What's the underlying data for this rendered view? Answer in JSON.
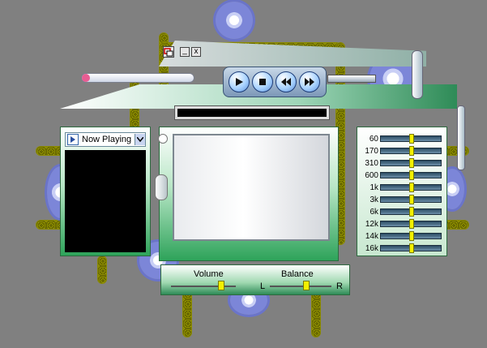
{
  "playlist": {
    "selected": "Now Playing"
  },
  "equalizer": {
    "bands": [
      {
        "label": "60",
        "level": 0.5
      },
      {
        "label": "170",
        "level": 0.5
      },
      {
        "label": "310",
        "level": 0.5
      },
      {
        "label": "600",
        "level": 0.5
      },
      {
        "label": "1k",
        "level": 0.5
      },
      {
        "label": "3k",
        "level": 0.5
      },
      {
        "label": "6k",
        "level": 0.5
      },
      {
        "label": "12k",
        "level": 0.5
      },
      {
        "label": "14k",
        "level": 0.5
      },
      {
        "label": "16k",
        "level": 0.5
      }
    ]
  },
  "volume": {
    "label": "Volume",
    "level": 0.8
  },
  "balance": {
    "label": "Balance",
    "left": "L",
    "right": "R",
    "level": 0.6
  },
  "window": {
    "minimize": "_",
    "close": "x"
  },
  "colors": {
    "rod": "#e8e800",
    "gear": "#7c86d8",
    "panel": "#2ea35a",
    "background": "#808080"
  },
  "icons": [
    "play-icon",
    "stop-icon",
    "rewind-icon",
    "fast-forward-icon",
    "chevron-down-icon",
    "playlist-icon",
    "restore-icon",
    "minimize-icon",
    "close-icon"
  ]
}
